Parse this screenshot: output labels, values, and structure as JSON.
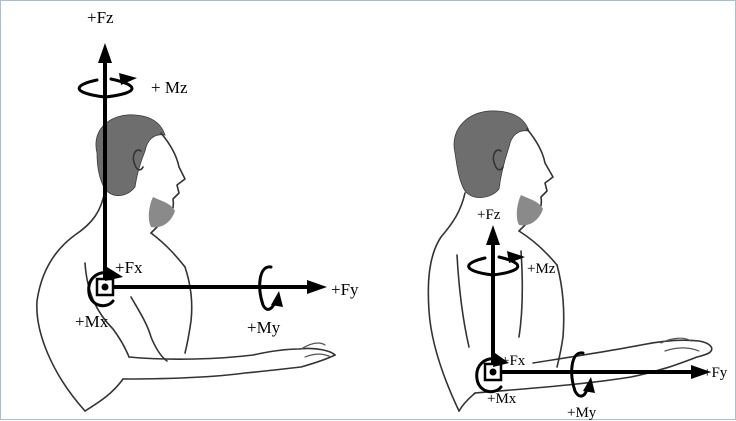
{
  "diagram": {
    "left_figure": {
      "labels": {
        "fz": "+Fz",
        "mz": "+ Mz",
        "fx": "+Fx",
        "mx": "+Mx",
        "fy": "+Fy",
        "my": "+My"
      }
    },
    "right_figure": {
      "labels": {
        "fz": "+Fz",
        "mz": "+Mz",
        "fx": "+Fx",
        "mx": "+Mx",
        "fy": "+Fy",
        "my": "+My"
      }
    }
  }
}
